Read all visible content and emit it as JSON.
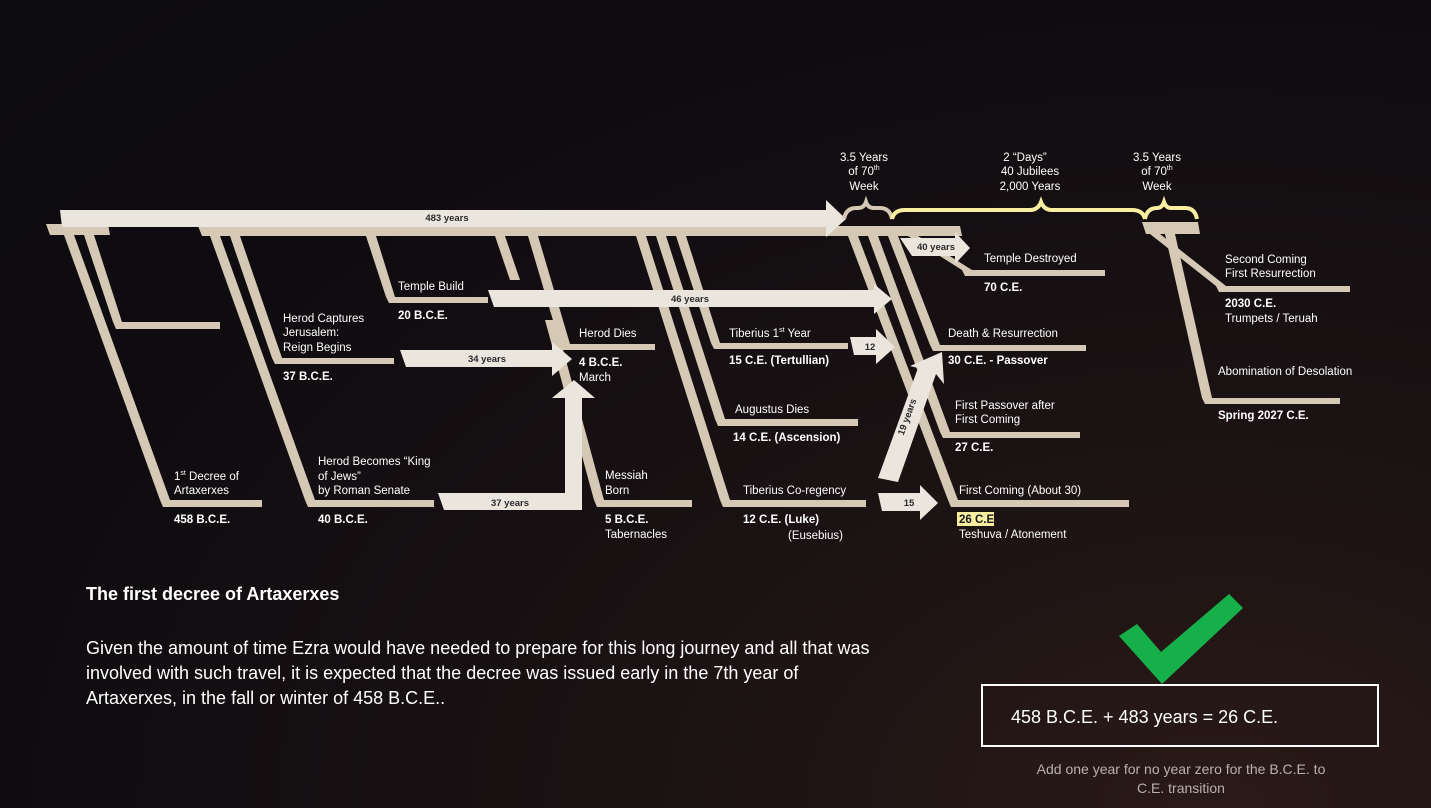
{
  "colors": {
    "beam": "#d5c8b5",
    "arrow": "#ebe6dd",
    "highlight": "#f7eea0",
    "check": "#16b04b"
  },
  "timeline": {
    "span_arrow": "483 years",
    "bracket_left": {
      "line1": "3.5 Years",
      "line2": "of 70",
      "sup": "th",
      "line3": "Week"
    },
    "bracket_mid": {
      "line1": "2 “Days”",
      "line2": "40 Jubilees",
      "line3": "2,000 Years"
    },
    "bracket_right": {
      "line1": "3.5 Years",
      "line2": "of 70",
      "sup": "th",
      "line3": "Week"
    },
    "events": {
      "decree": {
        "label_sup": "st",
        "label1_rest": " Decree of",
        "label1_pre": "1",
        "label2": "Artaxerxes",
        "date": "458 B.C.E."
      },
      "king_of_jews": {
        "label1": "Herod Becomes “King",
        "label2": "of Jews”",
        "label3": "by Roman Senate",
        "date": "40 B.C.E."
      },
      "herod_captures": {
        "label1": "Herod Captures",
        "label2": "Jerusalem:",
        "label3": "Reign Begins",
        "date": "37 B.C.E."
      },
      "temple_build": {
        "label": "Temple Build",
        "date": "20 B.C.E."
      },
      "herod_dies": {
        "label": "Herod Dies",
        "date": "4 B.C.E.",
        "date2": "March"
      },
      "messiah_born": {
        "label1": "Messiah",
        "label2": "Born",
        "date": "5 B.C.E.",
        "date2": "Tabernacles"
      },
      "tiberius_first": {
        "label_pre": "Tiberius 1",
        "label_sup": "st",
        "label_post": " Year",
        "date": "15 C.E. (Tertullian)"
      },
      "augustus_dies": {
        "label": "Augustus Dies",
        "date": "14 C.E. (Ascension)"
      },
      "tiberius_coregency": {
        "label": "Tiberius Co-regency",
        "date": "12 C.E. (Luke)",
        "date2": "(Eusebius)"
      },
      "temple_destroyed": {
        "label": "Temple Destroyed",
        "date": "70 C.E."
      },
      "death_resurrection": {
        "label": "Death & Resurrection",
        "date": "30 C.E. - Passover"
      },
      "first_passover": {
        "label1": "First Passover after",
        "label2": "First Coming",
        "date": "27 C.E."
      },
      "first_coming": {
        "label": "First Coming (About 30)",
        "date": "26 C.E.",
        "date2": "Teshuva / Atonement"
      },
      "second_coming": {
        "label1": "Second Coming",
        "label2": "First Resurrection",
        "date": "2030 C.E.",
        "date2": "Trumpets / Teruah"
      },
      "abomination": {
        "label": "Abomination of Desolation",
        "date": "Spring 2027 C.E."
      }
    },
    "arrows": {
      "a40": "40 years",
      "a46": "46 years",
      "a34": "34 years",
      "a37": "37 years",
      "a12": "12",
      "a15": "15",
      "a19": "19 years"
    }
  },
  "heading": "The first decree of Artaxerxes",
  "paragraph": "Given the amount of time Ezra would have needed to prepare for this long journey and all that was involved with such travel, it is expected that the decree was issued early in the 7th year of Artaxerxes, in the fall or winter of 458 B.C.E..",
  "equation": "458 B.C.E. + 483 years = 26 C.E.",
  "note": "Add one year for no year zero for the B.C.E. to C.E. transition"
}
